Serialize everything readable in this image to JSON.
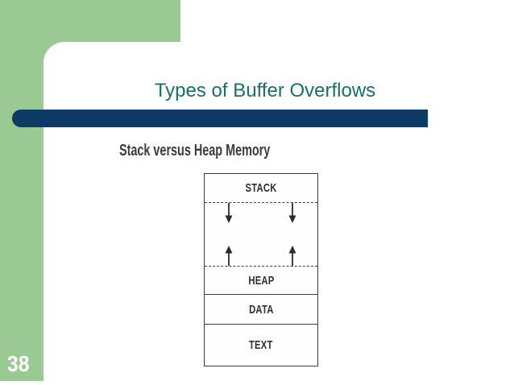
{
  "slide": {
    "title": "Types of Buffer Overflows",
    "page_number": "38"
  },
  "figure": {
    "caption": "Stack versus Heap Memory",
    "regions": {
      "stack": "STACK",
      "heap": "HEAP",
      "data": "DATA",
      "text": "TEXT"
    },
    "arrows": {
      "stack_growth_direction": "down",
      "heap_growth_direction": "up"
    }
  },
  "colors": {
    "panel_green": "#9bc993",
    "accent_navy": "#0e3b66",
    "title_teal": "#1a6f6b",
    "figure_ink": "#2f2f2f",
    "figure_border": "#3d3d3d",
    "page_number_white": "#ffffff"
  }
}
